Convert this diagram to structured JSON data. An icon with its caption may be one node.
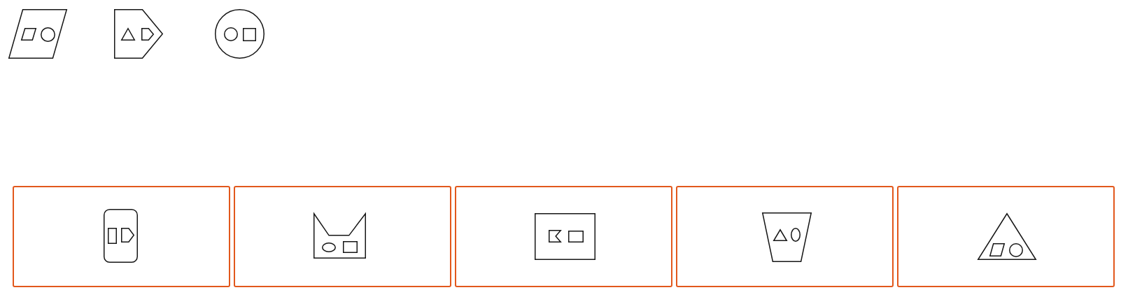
{
  "diagram": {
    "nodes": [
      {
        "text": [],
        "shape": "parallelogram"
      },
      {
        "text": [],
        "shape": "parallelogram",
        "in": 0
      },
      {
        "text": [],
        "shape": "circle",
        "in": 0
      },
      {
        "text": [],
        "shape": "pentagon"
      },
      {
        "text": [],
        "shape": "triangle",
        "in": 3
      },
      {
        "text": [],
        "shape": "pentagon",
        "in": 3
      },
      {
        "text": [],
        "shape": "circle"
      },
      {
        "text": [],
        "shape": "circle",
        "in": 6
      },
      {
        "text": [],
        "shape": "square",
        "in": 6
      },
      {
        "text": [],
        "shape": "box"
      },
      {
        "text": [],
        "shape": "rounded-rectangle",
        "in": 9
      },
      {
        "text": [],
        "shape": "rectangle",
        "in": 10
      },
      {
        "text": [],
        "shape": "pentagon",
        "in": 10
      },
      {
        "text": [],
        "shape": "box"
      },
      {
        "text": [],
        "shape": "polygon",
        "in": 13
      },
      {
        "text": [],
        "shape": "ellipse",
        "in": 14
      },
      {
        "text": [],
        "shape": "rectangle",
        "in": 14
      },
      {
        "text": [],
        "shape": "box"
      },
      {
        "text": [],
        "shape": "rectangle",
        "in": 17
      },
      {
        "text": [],
        "shape": "flag",
        "in": 18
      },
      {
        "text": [],
        "shape": "rectangle",
        "in": 18
      },
      {
        "text": [],
        "shape": "box"
      },
      {
        "text": [],
        "shape": "trapezoid",
        "in": 21
      },
      {
        "text": [],
        "shape": "triangle",
        "in": 22
      },
      {
        "text": [],
        "shape": "ellipse",
        "in": 22
      },
      {
        "text": [],
        "shape": "box"
      },
      {
        "text": [],
        "shape": "triangle",
        "in": 25
      },
      {
        "text": [],
        "shape": "parallelogram",
        "in": 26
      },
      {
        "text": [],
        "shape": "circle",
        "in": 26
      }
    ]
  }
}
